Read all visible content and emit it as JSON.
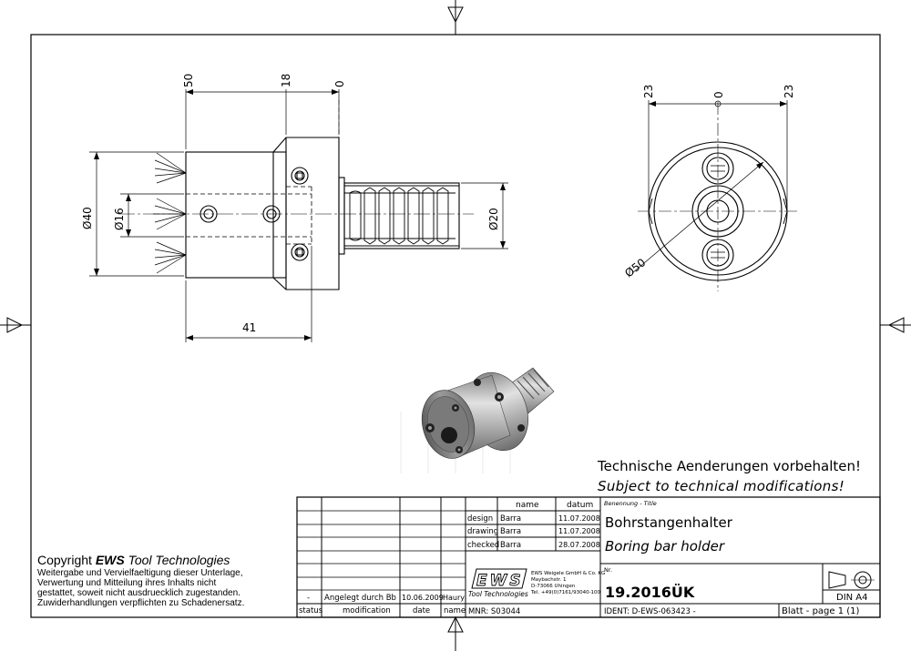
{
  "dimensions": {
    "top_left": [
      "50",
      "18",
      "0"
    ],
    "bottom_length": "41",
    "dia_outer": "Ø40",
    "dia_bore": "Ø16",
    "dia_shank": "Ø20",
    "right_top": [
      "23",
      "0",
      "23"
    ],
    "right_dia": "Ø50"
  },
  "notice": {
    "german": "Technische Aenderungen vorbehalten!",
    "english": "Subject to technical modifications!"
  },
  "copyright": {
    "prefix": "Copyright ",
    "brand": "EWS",
    "suffix": " Tool Technologies",
    "lines": [
      "Weitergabe und Vervielfaeltigung dieser Unterlage,",
      "Verwertung und Mitteilung ihres Inhalts nicht",
      "gestattet, soweit nicht ausdruecklich zugestanden.",
      "Zuwiderhandlungen verpflichten zu Schadenersatz."
    ]
  },
  "title_block": {
    "col_name": "name",
    "col_date": "datum",
    "rows": [
      {
        "role": "design",
        "name": "Barra",
        "date": "11.07.2008"
      },
      {
        "role": "drawing",
        "name": "Barra",
        "date": "11.07.2008"
      },
      {
        "role": "checked",
        "name": "Barra",
        "date": "28.07.2008"
      }
    ],
    "benennung_label": "Benennung - Title",
    "title_de": "Bohrstangenhalter",
    "title_en": "Boring bar holder",
    "nr_label": "Nr.",
    "nr_value": "19.2016ÜK",
    "company_logo": "EWS",
    "company_sub": "Tool Technologies",
    "company_lines": [
      "EWS Weigele GmbH & Co. KG",
      "Maybachstr. 1",
      "D-73066 Uhingen",
      "Tel. +49(0)7161/93040-100"
    ],
    "format": "DIN A4",
    "mnr": "MNR: S03044",
    "ident": "IDENT: D-EWS-063423 -",
    "blatt": "Blatt - page 1 (1)",
    "revision": {
      "status": "-",
      "modification": "Angelegt durch Bb",
      "date": "10.06.2009",
      "name": "Haury"
    },
    "rev_headers": {
      "status": "status",
      "modification": "modification",
      "date": "date",
      "name": "name"
    }
  }
}
